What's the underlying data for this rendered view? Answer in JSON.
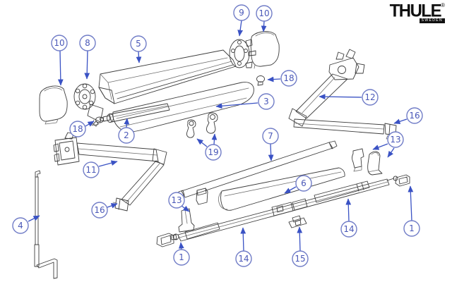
{
  "brand": {
    "logo_text": "THULE",
    "logo_registered": "®",
    "logo_badge": "SWEDEN"
  },
  "colors": {
    "background": "#ffffff",
    "line_art": "#3d3d3d",
    "callout_circle_blue": "#717dc7",
    "callout_number_blue": "#4a58b8",
    "arrow_blue": "#3a52c4",
    "logo_black": "#101010"
  },
  "callouts": {
    "n10_left": {
      "label": "10"
    },
    "n8": {
      "label": "8"
    },
    "n5": {
      "label": "5"
    },
    "n9": {
      "label": "9"
    },
    "n10_right": {
      "label": "10"
    },
    "n18_right": {
      "label": "18"
    },
    "n3": {
      "label": "3"
    },
    "n12": {
      "label": "12"
    },
    "n16_right": {
      "label": "16"
    },
    "n13_right": {
      "label": "13"
    },
    "n18_left": {
      "label": "18"
    },
    "n2": {
      "label": "2"
    },
    "n19": {
      "label": "19"
    },
    "n7": {
      "label": "7"
    },
    "n11": {
      "label": "11"
    },
    "n16_left": {
      "label": "16"
    },
    "n4": {
      "label": "4"
    },
    "n13_bottom": {
      "label": "13"
    },
    "n1_left": {
      "label": "1"
    },
    "n14_left": {
      "label": "14"
    },
    "n15": {
      "label": "15"
    },
    "n6": {
      "label": "6"
    },
    "n14_right": {
      "label": "14"
    },
    "n1_right": {
      "label": "1"
    }
  }
}
